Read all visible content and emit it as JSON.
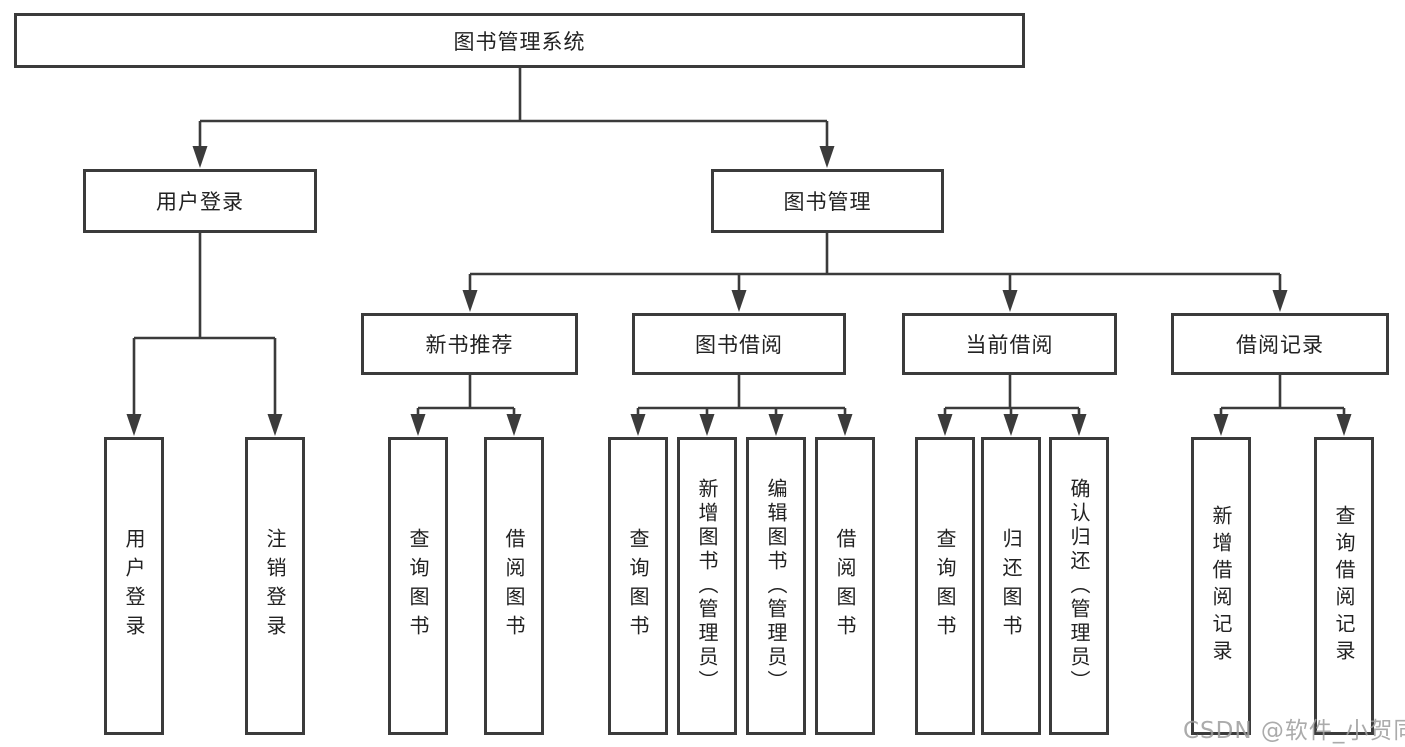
{
  "page": {
    "watermark": "CSDN @软件_小贺同学"
  },
  "colors": {
    "line": "#3b3b3b",
    "text": "#222222",
    "watermark": "#9d9d9d",
    "background": "#ffffff"
  },
  "tree": {
    "root": "图书管理系统",
    "login": {
      "label": "用户登录",
      "children": [
        "用户登录",
        "注销登录"
      ]
    },
    "management": {
      "label": "图书管理",
      "sections": [
        {
          "label": "新书推荐",
          "children": [
            "查询图书",
            "借阅图书"
          ]
        },
        {
          "label": "图书借阅",
          "children": [
            "查询图书",
            "新增图书（管理员）",
            "编辑图书（管理员）",
            "借阅图书"
          ]
        },
        {
          "label": "当前借阅",
          "children": [
            "查询图书",
            "归还图书",
            "确认归还（管理员）"
          ]
        },
        {
          "label": "借阅记录",
          "children": [
            "新增借阅记录",
            "查询借阅记录"
          ]
        }
      ]
    }
  }
}
